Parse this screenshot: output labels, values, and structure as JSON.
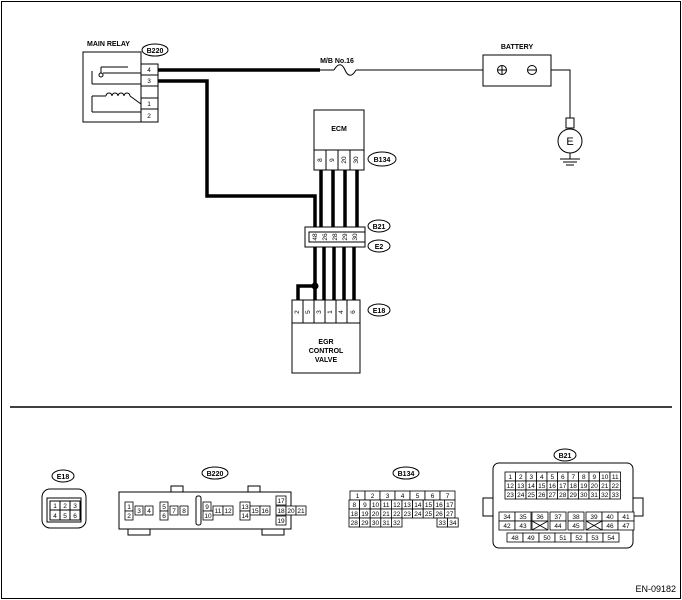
{
  "labels": {
    "main_relay": "MAIN RELAY",
    "battery": "BATTERY",
    "fuse": "M/B No.16",
    "ecm": "ECM",
    "egr_line1": "EGR",
    "egr_line2": "CONTROL",
    "egr_line3": "VALVE",
    "ground": "E",
    "doc_code": "EN-09182"
  },
  "tags": {
    "b220": "B220",
    "b134": "B134",
    "b21": "B21",
    "e2": "E2",
    "e18": "E18"
  },
  "relay_pins": [
    "4",
    "3",
    "1",
    "2"
  ],
  "ecm_pins": [
    "8",
    "9",
    "20",
    "30"
  ],
  "b21_pins": [
    "48",
    "26",
    "28",
    "29",
    "30"
  ],
  "e18_pins": [
    "2",
    "5",
    "3",
    "1",
    "4",
    "6"
  ],
  "connectors": {
    "e18_rows": [
      [
        "1",
        "2",
        "3"
      ],
      [
        "4",
        "5",
        "6"
      ]
    ],
    "b220_cells": [
      "1",
      "2",
      "3",
      "4",
      "5",
      "6",
      "7",
      "8",
      "9",
      "10",
      "11",
      "12",
      "13",
      "14",
      "15",
      "16",
      "17",
      "18",
      "20",
      "21",
      "19"
    ],
    "b134_rows": [
      [
        "1",
        "2",
        "3",
        "4",
        "5",
        "6",
        "7"
      ],
      [
        "8",
        "9",
        "10",
        "11",
        "12",
        "13",
        "14",
        "15",
        "16",
        "17"
      ],
      [
        "18",
        "19",
        "20",
        "21",
        "22",
        "23",
        "24",
        "25",
        "26",
        "27"
      ],
      [
        "28",
        "29",
        "30",
        "31",
        "32",
        "33",
        "34"
      ]
    ],
    "b21_rows": [
      [
        "1",
        "2",
        "3",
        "4",
        "5",
        "6",
        "7",
        "8",
        "9",
        "10",
        "11"
      ],
      [
        "12",
        "13",
        "14",
        "15",
        "16",
        "17",
        "18",
        "19",
        "20",
        "21",
        "22"
      ],
      [
        "23",
        "24",
        "25",
        "26",
        "27",
        "28",
        "29",
        "30",
        "31",
        "32",
        "33"
      ],
      [
        "34",
        "35",
        "36",
        "37",
        "38",
        "39",
        "40",
        "41"
      ],
      [
        "42",
        "43",
        "44",
        "45",
        "46",
        "47"
      ],
      [
        "48",
        "49",
        "50",
        "51",
        "52",
        "53",
        "54"
      ]
    ]
  }
}
